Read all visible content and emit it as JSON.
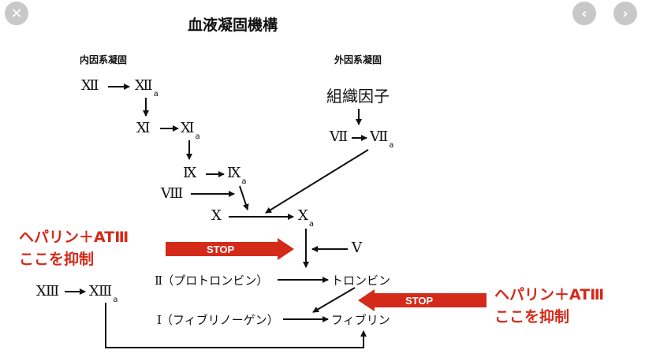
{
  "nav": {
    "close_icon": "close-icon",
    "prev_icon": "chevron-left-icon",
    "next_icon": "chevron-right-icon"
  },
  "title": "血液凝固機構",
  "intrinsic_label": "内因系凝固",
  "extrinsic_label": "外因系凝固",
  "factors": {
    "f12": "Ⅻ",
    "f11": "Ⅺ",
    "f9": "Ⅸ",
    "f8": "Ⅷ",
    "f10": "Ⅹ",
    "f7": "Ⅶ",
    "f5": "Ⅴ",
    "f13": "ⅩⅢ",
    "f2": "Ⅱ",
    "f1": "Ⅰ",
    "sub_a": "a"
  },
  "tissue_factor": "組織因子",
  "prothrombin": "（プロトロンビン）",
  "thrombin": "トロンビン",
  "fibrinogen": "（フィブリノーゲン）",
  "fibrin": "フィブリン",
  "inhibitor": {
    "line1": "ヘパリン＋ATⅢ",
    "line2": "ここを抑制"
  },
  "stop_label": "STOP",
  "colors": {
    "red": "#d42a1a",
    "gray_button": "#c8c8c8"
  }
}
